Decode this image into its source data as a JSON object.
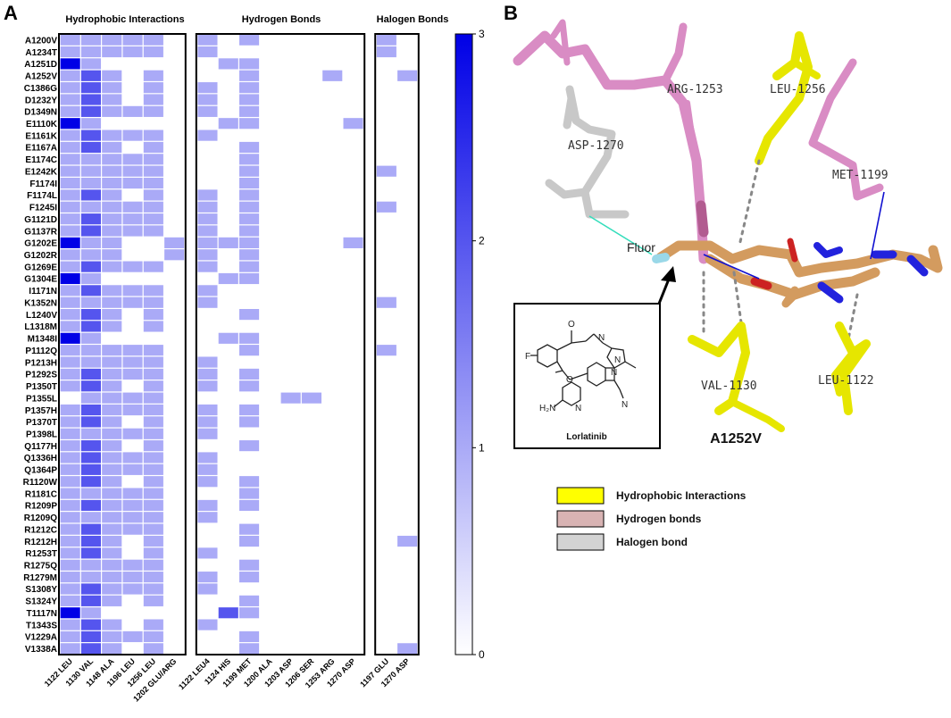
{
  "panel_a": {
    "letter": "A",
    "section_titles": [
      "Hydrophobic Interactions",
      "Hydrogen Bonds",
      "Halogen Bonds"
    ],
    "colorbar_ticks": [
      "0",
      "1",
      "2",
      "3"
    ]
  },
  "panel_b": {
    "letter": "B",
    "residue_labels": [
      "ARG-1253",
      "LEU-1256",
      "ASP-1270",
      "MET-1199",
      "VAL-1130",
      "LEU-1122"
    ],
    "ligand_atom_label": "Fluor",
    "structure_caption": "Lorlatinib",
    "mutation_label": "A1252V",
    "legend": [
      {
        "label": "Hydrophobic Interactions",
        "color": "#ffff00"
      },
      {
        "label": "Hydrogen bonds",
        "color": "#d8b3b3"
      },
      {
        "label": "Halogen bond",
        "color": "#d3d3d3"
      }
    ]
  },
  "chart_data": {
    "type": "heatmap",
    "color_min": 0,
    "color_max": 3,
    "color_low": "#ffffff",
    "color_high": "#0000e6",
    "groups": [
      {
        "title": "Hydrophobic Interactions",
        "columns": [
          "1122 LEU",
          "1130 VAL",
          "1148 ALA",
          "1196 LEU",
          "1256 LEU",
          "1202 GLU/ARG"
        ]
      },
      {
        "title": "Hydrogen Bonds",
        "columns": [
          "1122 LEU4",
          "1124 HIS",
          "1199 MET",
          "1200 ALA",
          "1203 ASP",
          "1206 SER",
          "1253 ARG",
          "1270 ASP"
        ]
      },
      {
        "title": "Halogen Bonds",
        "columns": [
          "1197 GLU",
          "1270 ASP"
        ]
      }
    ],
    "rows": [
      {
        "name": "A1200V",
        "values": [
          1,
          1,
          1,
          1,
          1,
          0,
          1,
          0,
          1,
          0,
          0,
          0,
          0,
          0,
          1,
          0
        ]
      },
      {
        "name": "A1234T",
        "values": [
          1,
          1,
          1,
          1,
          1,
          0,
          1,
          0,
          0,
          0,
          0,
          0,
          0,
          0,
          1,
          0
        ]
      },
      {
        "name": "A1251D",
        "values": [
          3,
          1,
          0,
          0,
          0,
          0,
          0,
          1,
          1,
          0,
          0,
          0,
          0,
          0,
          0,
          0
        ]
      },
      {
        "name": "A1252V",
        "values": [
          1,
          2,
          1,
          0,
          1,
          0,
          0,
          0,
          1,
          0,
          0,
          0,
          1,
          0,
          0,
          1
        ]
      },
      {
        "name": "C1386G",
        "values": [
          1,
          2,
          1,
          0,
          1,
          0,
          1,
          0,
          1,
          0,
          0,
          0,
          0,
          0,
          0,
          0
        ]
      },
      {
        "name": "D1232Y",
        "values": [
          1,
          2,
          1,
          0,
          1,
          0,
          1,
          0,
          1,
          0,
          0,
          0,
          0,
          0,
          0,
          0
        ]
      },
      {
        "name": "D1349N",
        "values": [
          1,
          2,
          1,
          1,
          1,
          0,
          1,
          0,
          1,
          0,
          0,
          0,
          0,
          0,
          0,
          0
        ]
      },
      {
        "name": "E1110K",
        "values": [
          3,
          1,
          0,
          0,
          0,
          0,
          0,
          1,
          1,
          0,
          0,
          0,
          0,
          1,
          0,
          0
        ]
      },
      {
        "name": "E1161K",
        "values": [
          1,
          2,
          1,
          1,
          1,
          0,
          1,
          0,
          0,
          0,
          0,
          0,
          0,
          0,
          0,
          0
        ]
      },
      {
        "name": "E1167A",
        "values": [
          1,
          2,
          1,
          0,
          1,
          0,
          0,
          0,
          1,
          0,
          0,
          0,
          0,
          0,
          0,
          0
        ]
      },
      {
        "name": "E1174C",
        "values": [
          1,
          1,
          1,
          1,
          1,
          0,
          0,
          0,
          1,
          0,
          0,
          0,
          0,
          0,
          0,
          0
        ]
      },
      {
        "name": "E1242K",
        "values": [
          1,
          1,
          1,
          1,
          1,
          0,
          0,
          0,
          1,
          0,
          0,
          0,
          0,
          0,
          1,
          0
        ]
      },
      {
        "name": "F1174I",
        "values": [
          1,
          1,
          1,
          1,
          1,
          0,
          0,
          0,
          1,
          0,
          0,
          0,
          0,
          0,
          0,
          0
        ]
      },
      {
        "name": "F1174L",
        "values": [
          1,
          2,
          1,
          0,
          1,
          0,
          1,
          0,
          1,
          0,
          0,
          0,
          0,
          0,
          0,
          0
        ]
      },
      {
        "name": "F1245I",
        "values": [
          1,
          1,
          1,
          1,
          1,
          0,
          1,
          0,
          1,
          0,
          0,
          0,
          0,
          0,
          1,
          0
        ]
      },
      {
        "name": "G1121D",
        "values": [
          1,
          2,
          1,
          1,
          1,
          0,
          1,
          0,
          1,
          0,
          0,
          0,
          0,
          0,
          0,
          0
        ]
      },
      {
        "name": "G1137R",
        "values": [
          1,
          2,
          1,
          1,
          1,
          0,
          1,
          0,
          1,
          0,
          0,
          0,
          0,
          0,
          0,
          0
        ]
      },
      {
        "name": "G1202E",
        "values": [
          3,
          1,
          1,
          0,
          0,
          1,
          1,
          1,
          1,
          0,
          0,
          0,
          0,
          1,
          0,
          0
        ]
      },
      {
        "name": "G1202R",
        "values": [
          1,
          1,
          1,
          0,
          0,
          1,
          1,
          0,
          1,
          0,
          0,
          0,
          0,
          0,
          0,
          0
        ]
      },
      {
        "name": "G1269E",
        "values": [
          1,
          2,
          1,
          1,
          1,
          0,
          1,
          0,
          1,
          0,
          0,
          0,
          0,
          0,
          0,
          0
        ]
      },
      {
        "name": "G1304E",
        "values": [
          3,
          1,
          0,
          0,
          0,
          0,
          0,
          1,
          1,
          0,
          0,
          0,
          0,
          0,
          0,
          0
        ]
      },
      {
        "name": "I1171N",
        "values": [
          1,
          2,
          1,
          1,
          1,
          0,
          1,
          0,
          0,
          0,
          0,
          0,
          0,
          0,
          0,
          0
        ]
      },
      {
        "name": "K1352N",
        "values": [
          1,
          1,
          1,
          1,
          1,
          0,
          1,
          0,
          0,
          0,
          0,
          0,
          0,
          0,
          1,
          0
        ]
      },
      {
        "name": "L1240V",
        "values": [
          1,
          2,
          1,
          0,
          1,
          0,
          0,
          0,
          1,
          0,
          0,
          0,
          0,
          0,
          0,
          0
        ]
      },
      {
        "name": "L1318M",
        "values": [
          1,
          2,
          1,
          0,
          1,
          0,
          0,
          0,
          0,
          0,
          0,
          0,
          0,
          0,
          0,
          0
        ]
      },
      {
        "name": "M1348I",
        "values": [
          3,
          1,
          0,
          0,
          0,
          0,
          0,
          1,
          1,
          0,
          0,
          0,
          0,
          0,
          0,
          0
        ]
      },
      {
        "name": "P1112Q",
        "values": [
          1,
          1,
          1,
          1,
          1,
          0,
          0,
          0,
          1,
          0,
          0,
          0,
          0,
          0,
          1,
          0
        ]
      },
      {
        "name": "P1213H",
        "values": [
          1,
          1,
          1,
          1,
          1,
          0,
          1,
          0,
          0,
          0,
          0,
          0,
          0,
          0,
          0,
          0
        ]
      },
      {
        "name": "P1292S",
        "values": [
          1,
          2,
          1,
          1,
          1,
          0,
          1,
          0,
          1,
          0,
          0,
          0,
          0,
          0,
          0,
          0
        ]
      },
      {
        "name": "P1350T",
        "values": [
          1,
          2,
          1,
          0,
          1,
          0,
          1,
          0,
          1,
          0,
          0,
          0,
          0,
          0,
          0,
          0
        ]
      },
      {
        "name": "P1355L",
        "values": [
          0,
          1,
          1,
          1,
          1,
          0,
          0,
          0,
          0,
          0,
          1,
          1,
          0,
          0,
          0,
          0
        ]
      },
      {
        "name": "P1357H",
        "values": [
          1,
          2,
          1,
          1,
          1,
          0,
          1,
          0,
          1,
          0,
          0,
          0,
          0,
          0,
          0,
          0
        ]
      },
      {
        "name": "P1370T",
        "values": [
          1,
          2,
          1,
          0,
          1,
          0,
          1,
          0,
          1,
          0,
          0,
          0,
          0,
          0,
          0,
          0
        ]
      },
      {
        "name": "P1398L",
        "values": [
          1,
          1,
          1,
          1,
          1,
          0,
          1,
          0,
          0,
          0,
          0,
          0,
          0,
          0,
          0,
          0
        ]
      },
      {
        "name": "Q1177H",
        "values": [
          1,
          2,
          1,
          0,
          1,
          0,
          0,
          0,
          1,
          0,
          0,
          0,
          0,
          0,
          0,
          0
        ]
      },
      {
        "name": "Q1336H",
        "values": [
          1,
          2,
          1,
          1,
          1,
          0,
          1,
          0,
          0,
          0,
          0,
          0,
          0,
          0,
          0,
          0
        ]
      },
      {
        "name": "Q1364P",
        "values": [
          1,
          2,
          1,
          1,
          1,
          0,
          1,
          0,
          0,
          0,
          0,
          0,
          0,
          0,
          0,
          0
        ]
      },
      {
        "name": "R1120W",
        "values": [
          1,
          2,
          1,
          0,
          1,
          0,
          1,
          0,
          1,
          0,
          0,
          0,
          0,
          0,
          0,
          0
        ]
      },
      {
        "name": "R1181C",
        "values": [
          1,
          1,
          1,
          1,
          1,
          0,
          0,
          0,
          1,
          0,
          0,
          0,
          0,
          0,
          0,
          0
        ]
      },
      {
        "name": "R1209P",
        "values": [
          1,
          2,
          1,
          1,
          1,
          0,
          1,
          0,
          1,
          0,
          0,
          0,
          0,
          0,
          0,
          0
        ]
      },
      {
        "name": "R1209Q",
        "values": [
          1,
          1,
          1,
          1,
          1,
          0,
          1,
          0,
          0,
          0,
          0,
          0,
          0,
          0,
          0,
          0
        ]
      },
      {
        "name": "R1212C",
        "values": [
          1,
          2,
          1,
          1,
          1,
          0,
          0,
          0,
          1,
          0,
          0,
          0,
          0,
          0,
          0,
          0
        ]
      },
      {
        "name": "R1212H",
        "values": [
          1,
          2,
          1,
          0,
          1,
          0,
          0,
          0,
          1,
          0,
          0,
          0,
          0,
          0,
          0,
          1
        ]
      },
      {
        "name": "R1253T",
        "values": [
          1,
          2,
          1,
          0,
          1,
          0,
          1,
          0,
          0,
          0,
          0,
          0,
          0,
          0,
          0,
          0
        ]
      },
      {
        "name": "R1275Q",
        "values": [
          1,
          1,
          1,
          1,
          1,
          0,
          0,
          0,
          1,
          0,
          0,
          0,
          0,
          0,
          0,
          0
        ]
      },
      {
        "name": "R1279M",
        "values": [
          1,
          1,
          1,
          1,
          1,
          0,
          1,
          0,
          1,
          0,
          0,
          0,
          0,
          0,
          0,
          0
        ]
      },
      {
        "name": "S1308Y",
        "values": [
          1,
          2,
          1,
          1,
          1,
          0,
          1,
          0,
          0,
          0,
          0,
          0,
          0,
          0,
          0,
          0
        ]
      },
      {
        "name": "S1324Y",
        "values": [
          1,
          2,
          1,
          0,
          1,
          0,
          0,
          0,
          1,
          0,
          0,
          0,
          0,
          0,
          0,
          0
        ]
      },
      {
        "name": "T1117N",
        "values": [
          3,
          1,
          0,
          0,
          0,
          0,
          0,
          2,
          1,
          0,
          0,
          0,
          0,
          0,
          0,
          0
        ]
      },
      {
        "name": "T1343S",
        "values": [
          1,
          2,
          1,
          0,
          1,
          0,
          1,
          0,
          0,
          0,
          0,
          0,
          0,
          0,
          0,
          0
        ]
      },
      {
        "name": "V1229A",
        "values": [
          1,
          2,
          1,
          1,
          1,
          0,
          0,
          0,
          1,
          0,
          0,
          0,
          0,
          0,
          0,
          0
        ]
      },
      {
        "name": "V1338A",
        "values": [
          1,
          2,
          1,
          0,
          1,
          0,
          0,
          0,
          1,
          0,
          0,
          0,
          0,
          0,
          0,
          1
        ]
      }
    ]
  }
}
